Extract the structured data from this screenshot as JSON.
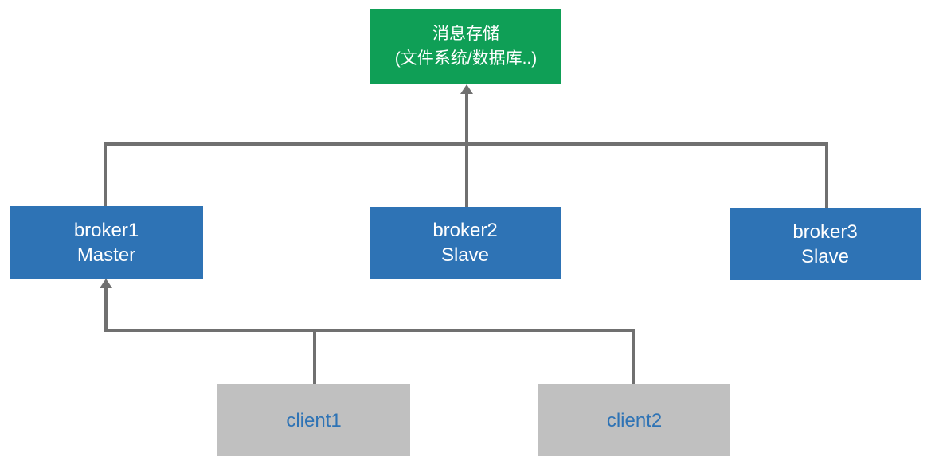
{
  "nodes": {
    "storage": {
      "line1": "消息存储",
      "line2": "(文件系统/数据库..)"
    },
    "broker1": {
      "line1": "broker1",
      "line2": "Master"
    },
    "broker2": {
      "line1": "broker2",
      "line2": "Slave"
    },
    "broker3": {
      "line1": "broker3",
      "line2": "Slave"
    },
    "client1": {
      "label": "client1"
    },
    "client2": {
      "label": "client2"
    }
  },
  "colors": {
    "canvas_bg": "#ffffff",
    "storage_bg": "#0f9f56",
    "broker_bg": "#2e73b5",
    "client_bg": "#c0c0c0",
    "client_text": "#2e73b5",
    "node_text": "#ffffff",
    "line": "#707070"
  }
}
